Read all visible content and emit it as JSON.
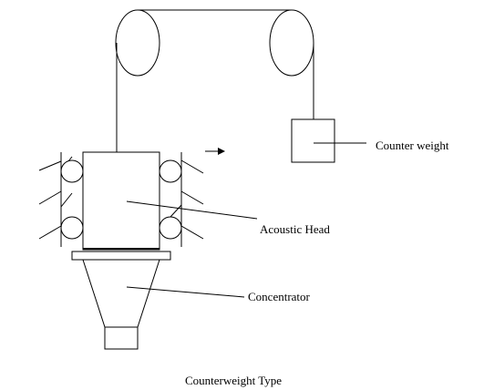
{
  "diagram": {
    "caption": "Counterweight Type",
    "labels": {
      "counter_weight": "Counter weight",
      "acoustic_head": "Acoustic Head",
      "concentrator": "Concentrator"
    },
    "arrow_icon": "arrow-right-icon"
  }
}
